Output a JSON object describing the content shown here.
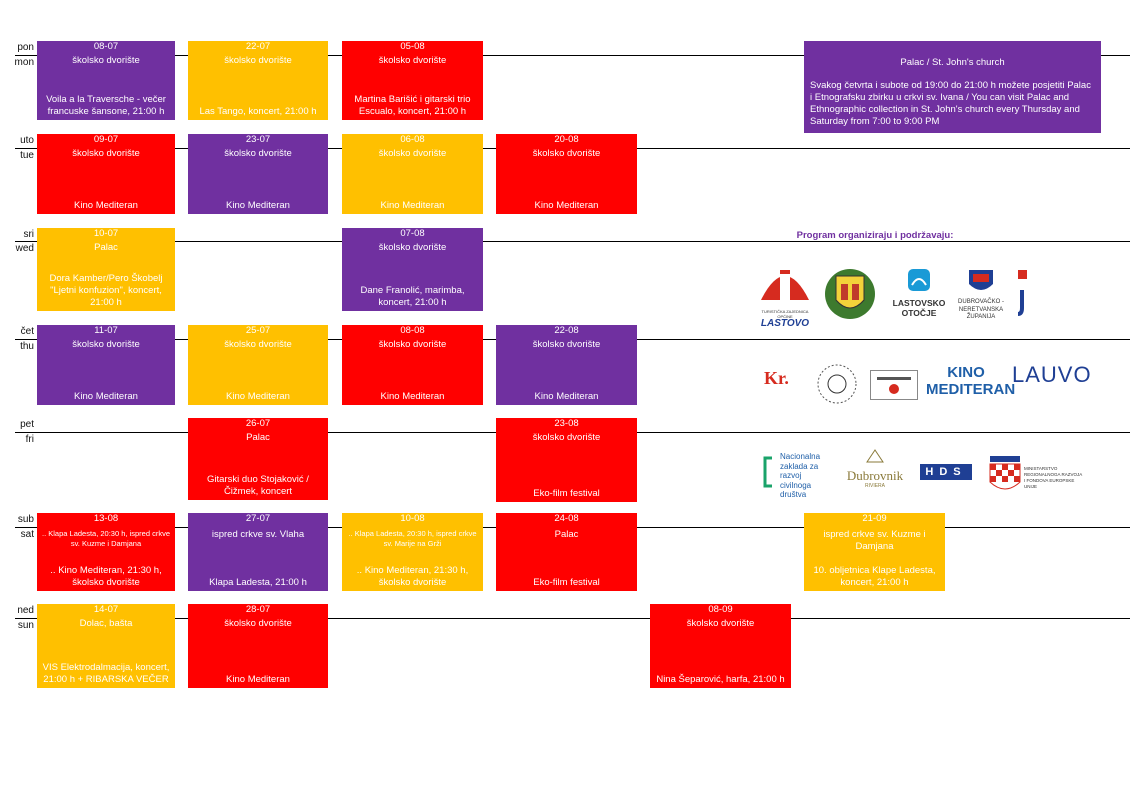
{
  "days": [
    {
      "hr": "pon",
      "en": "mon"
    },
    {
      "hr": "uto",
      "en": "tue"
    },
    {
      "hr": "sri",
      "en": "wed"
    },
    {
      "hr": "čet",
      "en": "thu"
    },
    {
      "hr": "pet",
      "en": "fri"
    },
    {
      "hr": "sub",
      "en": "sat"
    },
    {
      "hr": "ned",
      "en": "sun"
    }
  ],
  "events": [
    {
      "date": "08-07",
      "location": "školsko dvorište",
      "event": "Voila a la Traversche - večer francuske šansone, 21:00 h"
    },
    {
      "date": "22-07",
      "location": "školsko dvorište",
      "event": "Las Tango, koncert, 21:00 h"
    },
    {
      "date": "05-08",
      "location": "školsko dvorište",
      "event": "Martina Barišić i gitarski trio Escualo, koncert, 21:00 h"
    },
    {
      "date": "09-07",
      "location": "školsko dvorište",
      "event": "Kino Mediteran"
    },
    {
      "date": "23-07",
      "location": "školsko dvorište",
      "event": "Kino Mediteran"
    },
    {
      "date": "06-08",
      "location": "školsko dvorište",
      "event": "Kino Mediteran"
    },
    {
      "date": "20-08",
      "location": "školsko dvorište",
      "event": "Kino Mediteran"
    },
    {
      "date": "10-07",
      "location": "Palac",
      "event": "Dora Kamber/Pero Škobelj \"Ljetni konfuzion\", koncert, 21:00 h"
    },
    {
      "date": "07-08",
      "location": "školsko dvorište",
      "event": "Dane Franolić, marimba, koncert, 21:00 h"
    },
    {
      "date": "11-07",
      "location": "školsko dvorište",
      "event": "Kino Mediteran"
    },
    {
      "date": "25-07",
      "location": "školsko dvorište",
      "event": "Kino Mediteran"
    },
    {
      "date": "08-08",
      "location": "školsko dvorište",
      "event": "Kino Mediteran"
    },
    {
      "date": "22-08",
      "location": "školsko dvorište",
      "event": "Kino Mediteran"
    },
    {
      "date": "26-07",
      "location": "Palac",
      "event": "Gitarski duo Stojaković / Čižmek, koncert"
    },
    {
      "date": "23-08",
      "location": "školsko dvorište",
      "event": "Eko-film festival"
    },
    {
      "date": "13-08",
      "location": "",
      "event_top": ".. Klapa Ladesta, 20:30 h, ispred crkve sv. Kuzme i Damjana",
      "event": ".. Kino Mediteran, 21:30 h, školsko dvorište"
    },
    {
      "date": "27-07",
      "location": "ispred crkve sv. Vlaha",
      "event": "Klapa Ladesta, 21:00 h"
    },
    {
      "date": "10-08",
      "location": "",
      "event_top": ".. Klapa Ladesta, 20:30 h, ispred crkve sv. Marije na Grži",
      "event": ".. Kino Mediteran, 21:30 h, školsko dvorište"
    },
    {
      "date": "24-08",
      "location": "Palac",
      "event": "Eko-film festival"
    },
    {
      "date": "21-09",
      "location": "ispred crkve sv. Kuzme i Damjana",
      "event": "10. obljetnica Klape Ladesta, koncert, 21:00 h"
    },
    {
      "date": "14-07",
      "location": "Dolac, bašta",
      "event": "VIS Elektrodalmacija, koncert, 21:00 h + RIBARSKA VEČER"
    },
    {
      "date": "28-07",
      "location": "školsko dvorište",
      "event": "Kino Mediteran"
    },
    {
      "date": "08-09",
      "location": "školsko dvorište",
      "event": "Nina Šeparović, harfa, 21:00 h"
    }
  ],
  "info": {
    "title": "Palac / St. John's church",
    "body": "Svakog četvrta i subote od 19:00 do 21:00 h možete posjetiti Palac i Etnografsku zbirku u crkvi sv. Ivana / You can visit Palac and Ethnographic collection in St. John's church every Thursday and Saturday from 7:00 to 9:00 PM"
  },
  "sponsors": {
    "title": "Program organiziraju i podržavaju:",
    "lastovo": "LASTOVO",
    "lastovo_small": "TURISTIČKA ZAJEDNICA OPĆINE",
    "otocje": "LASTOVSKO OTOČJE",
    "dnz": "DUBROVAČKO - NERETVANSKA ŽUPANIJA",
    "kino": "KINO MEDITERAN",
    "lauvo": "LAUVO",
    "nzrcd": "Nacionalna zaklada za razvoj civilnoga društva",
    "dubrovnik": "Dubrovnik",
    "dubrovnik_small": "RIVIERA",
    "hds": "HDS",
    "ministry": "MINISTARSTVO REGIONALNOGA RAZVOJA I FONDOVA EUROPSKE UNIJE"
  },
  "colors": {
    "purple": "#7030a0",
    "yellow": "#ffc000",
    "red": "#ff0000",
    "divider": "#000000"
  }
}
